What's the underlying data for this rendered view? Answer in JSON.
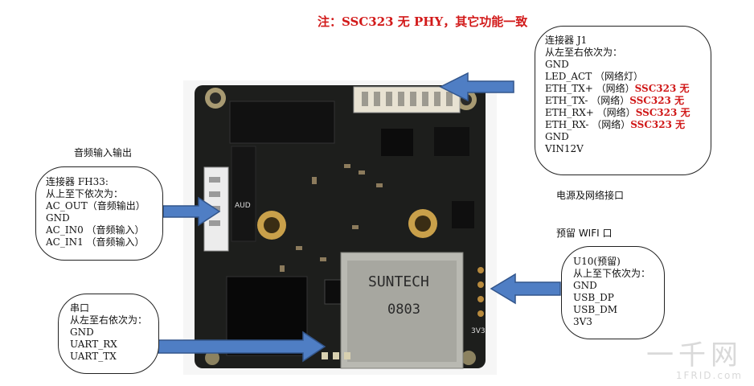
{
  "note": "注：SSC323 无 PHY，其它功能一致",
  "labels": {
    "audio": "音频输入输出",
    "power_network": "电源及网络接口",
    "wifi": "预留 WIFI 口"
  },
  "j1": {
    "lines": [
      {
        "text": "连接器 J1"
      },
      {
        "text": "从左至右依次为："
      },
      {
        "text": "GND"
      },
      {
        "text": "LED_ACT （网络灯）"
      },
      {
        "text": "ETH_TX+ （网络）",
        "red": "SSC323 无"
      },
      {
        "text": "ETH_TX-  （网络）",
        "red": "SSC323 无"
      },
      {
        "text": "ETH_RX+  （网络）",
        "red": "SSC323 无"
      },
      {
        "text": "ETH_RX-   （网络）",
        "red": "SSC323 无"
      },
      {
        "text": "GND"
      },
      {
        "text": "VIN12V"
      }
    ]
  },
  "fh33": {
    "lines": [
      {
        "text": "连接器 FH33:"
      },
      {
        "text": "从上至下依次为："
      },
      {
        "text": "AC_OUT（音频输出）"
      },
      {
        "text": "GND"
      },
      {
        "text": "AC_IN0  （音频输入）"
      },
      {
        "text": "AC_IN1  （音频输入）"
      }
    ]
  },
  "uart": {
    "lines": [
      {
        "text": "串口"
      },
      {
        "text": "从左至右依次为："
      },
      {
        "text": "GND"
      },
      {
        "text": "UART_RX"
      },
      {
        "text": "UART_TX"
      }
    ]
  },
  "u10": {
    "lines": [
      {
        "text": "U10(预留)"
      },
      {
        "text": "从上至下依次为："
      },
      {
        "text": "GND"
      },
      {
        "text": "USB_DP"
      },
      {
        "text": "USB_DM"
      },
      {
        "text": "3V3"
      }
    ]
  },
  "board": {
    "sd_brand": "SUNTECH",
    "sd_code": "0803",
    "silk_3v3": "3V3",
    "silk_aud": "AUD"
  },
  "watermark": {
    "big": "一千网",
    "small": "1FRID.com"
  },
  "colors": {
    "arrow_fill": "#4f7ec4",
    "arrow_stroke": "#33568c",
    "note_red": "#d21a1a",
    "pcb": "#1d1e1c"
  }
}
